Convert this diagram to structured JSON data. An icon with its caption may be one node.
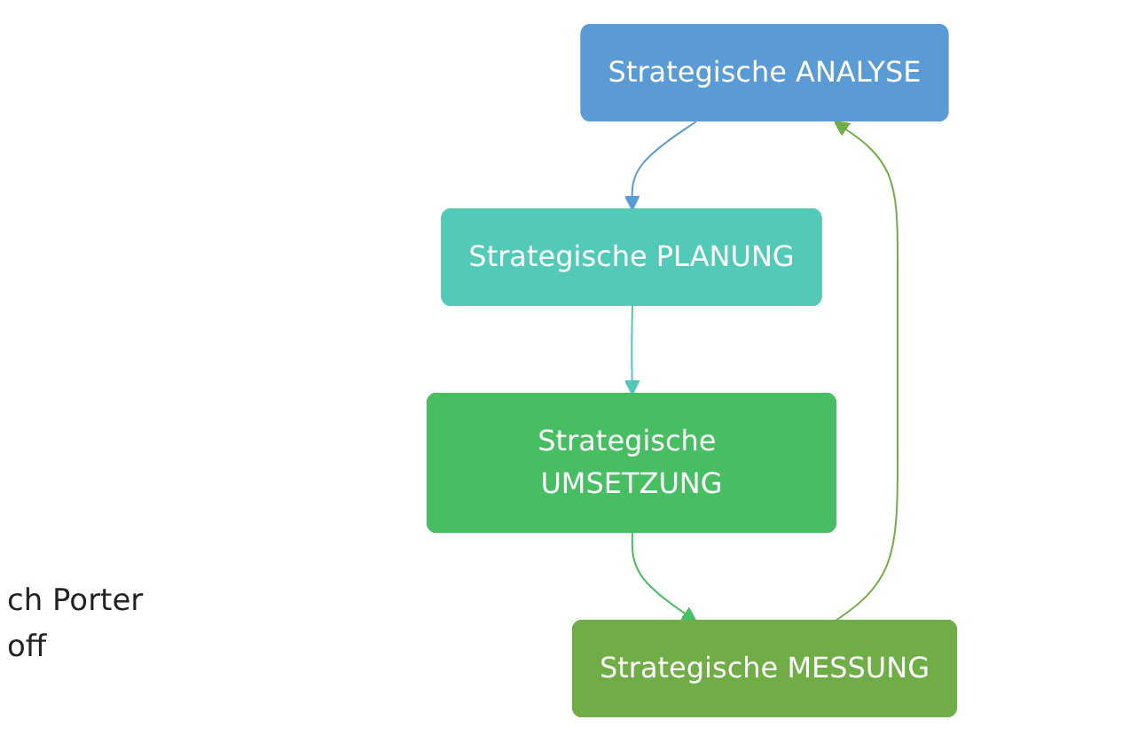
{
  "diagram": {
    "nodes": [
      {
        "text": [
          "Strategische ANALYSE"
        ]
      },
      {
        "text": [
          "Strategische PLANUNG"
        ]
      },
      {
        "text": [
          "Strategische UMSETZUNG"
        ]
      },
      {
        "text": [
          "Strategische MESSUNG"
        ]
      }
    ],
    "edges": [
      {
        "from": 0,
        "to": 1,
        "arrow": "to",
        "color": "#5b9bd5"
      },
      {
        "from": 1,
        "to": 2,
        "arrow": "to",
        "color": "#4fc9b5"
      },
      {
        "from": 2,
        "to": 3,
        "arrow": "to",
        "color": "#48bf62"
      },
      {
        "from": 3,
        "to": 0,
        "arrow": "to",
        "color": "#70ad47"
      }
    ],
    "labels": [
      "ch Porter",
      "off"
    ]
  }
}
